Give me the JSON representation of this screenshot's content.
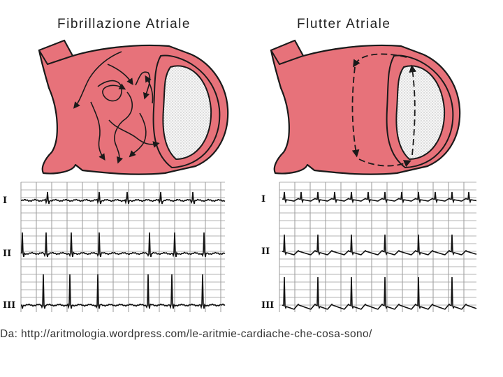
{
  "titles": {
    "left": "Fibrillazione Atriale",
    "right": "Flutter Atriale"
  },
  "leads": [
    "I",
    "II",
    "III"
  ],
  "source": "Da: http://aritmologia.wordpress.com/le-aritmie-cardiache-che-cosa-sono/",
  "colors": {
    "atrium_fill": "#e7727a",
    "outline": "#1a1a1a",
    "valve_fill": "#f4f4f4",
    "grid": "#9a9a9a",
    "trace": "#111111"
  },
  "icons": {
    "left_heart": "atrium-with-chaotic-reentry-arrows",
    "right_heart": "atrium-with-macro-reentry-circuit"
  }
}
